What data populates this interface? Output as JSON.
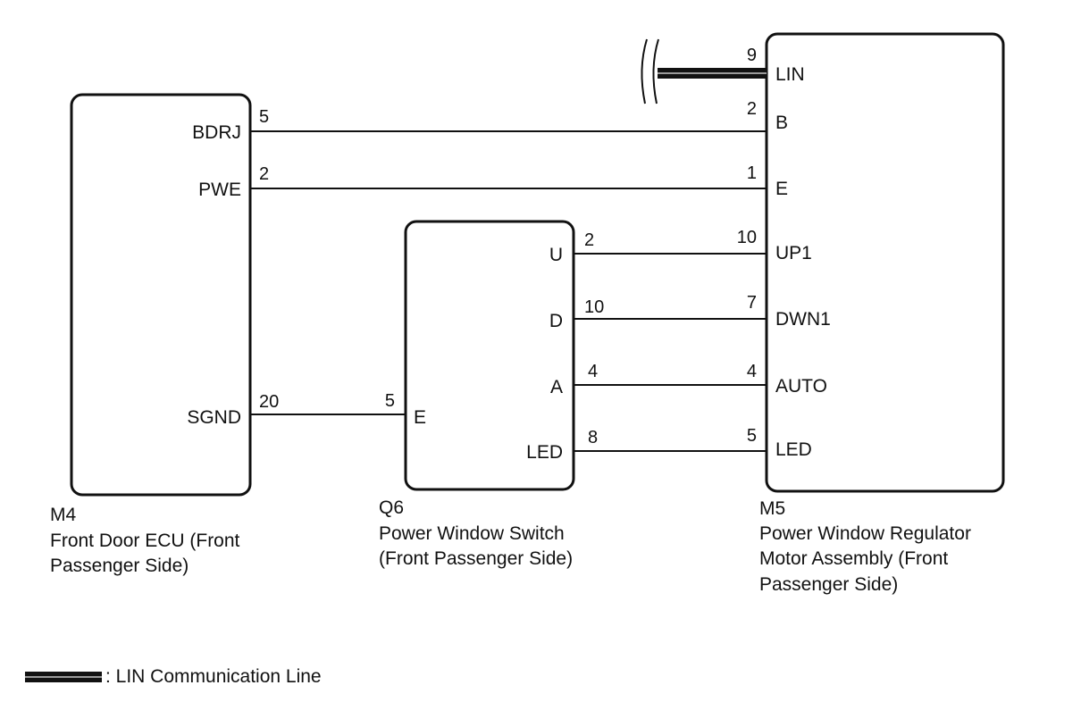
{
  "components": {
    "m4": {
      "code": "M4",
      "name_lines": [
        "Front Door ECU (Front",
        "Passenger Side)"
      ],
      "terminals": {
        "bdrj": {
          "label": "BDRJ",
          "pin": "5"
        },
        "pwe": {
          "label": "PWE",
          "pin": "2"
        },
        "sgnd": {
          "label": "SGND",
          "pin": "20"
        }
      }
    },
    "q6": {
      "code": "Q6",
      "name_lines": [
        "Power Window Switch",
        "(Front Passenger Side)"
      ],
      "terminals": {
        "e": {
          "label": "E",
          "pin": "5"
        },
        "u": {
          "label": "U",
          "pin": "2"
        },
        "d": {
          "label": "D",
          "pin": "10"
        },
        "a": {
          "label": "A",
          "pin": "4"
        },
        "led": {
          "label": "LED",
          "pin": "8"
        }
      }
    },
    "m5": {
      "code": "M5",
      "name_lines": [
        "Power Window Regulator",
        "Motor Assembly (Front",
        "Passenger Side)"
      ],
      "terminals": {
        "lin": {
          "label": "LIN",
          "pin": "9"
        },
        "b": {
          "label": "B",
          "pin": "2"
        },
        "e": {
          "label": "E",
          "pin": "1"
        },
        "up1": {
          "label": "UP1",
          "pin": "10"
        },
        "dwn1": {
          "label": "DWN1",
          "pin": "7"
        },
        "auto": {
          "label": "AUTO",
          "pin": "4"
        },
        "led": {
          "label": "LED",
          "pin": "5"
        }
      }
    }
  },
  "legend": {
    "lin_line_label": ": LIN Communication Line"
  },
  "colors": {
    "line": "#111111",
    "lin_stripe": "#9a9a9a",
    "background": "#ffffff"
  }
}
